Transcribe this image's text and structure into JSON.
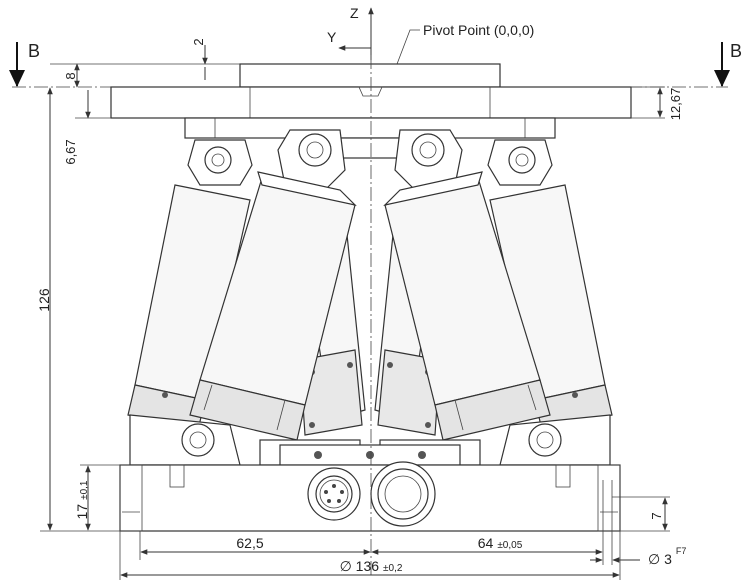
{
  "section_label_left": "B",
  "section_label_right": "B",
  "axis_z": "Z",
  "axis_y": "Y",
  "pivot_label": "Pivot Point (0,0,0)",
  "dims": {
    "d2": "2",
    "d8": "8",
    "d12_67": "12,67",
    "d6_67": "6,67",
    "d126": "126",
    "d17": "17",
    "d17_tol": "±0,1",
    "d7": "7",
    "d62_5": "62,5",
    "d64": "64",
    "d64_tol": "±0,05",
    "d136": "∅ 136",
    "d136_tol": "±0,2",
    "d3": "∅ 3",
    "d3_fit": "F7"
  },
  "colors": {
    "line": "#333333",
    "strut_fill": "#f7f7f7",
    "shade": "#d8d8d8",
    "background": "#ffffff"
  }
}
